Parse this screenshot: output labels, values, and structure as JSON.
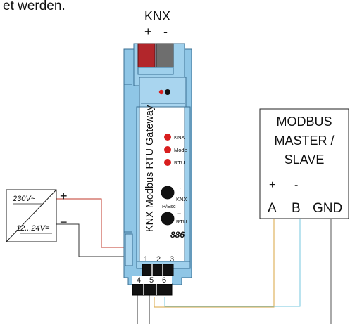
{
  "caption_fragment": "et werden.",
  "knx_bus": {
    "title": "KNX",
    "plus": "+",
    "minus": "-"
  },
  "device": {
    "name": "KNX Modbus RTU Gateway",
    "model": "886",
    "leds": [
      {
        "label": "KNX",
        "color": "#d81e1e"
      },
      {
        "label": "Mode",
        "color": "#d81e1e"
      },
      {
        "label": "RTU",
        "color": "#d81e1e"
      }
    ],
    "buttons": [
      {
        "label": "KNX",
        "sublabel": "P/Esc",
        "arrow": "→"
      },
      {
        "label": "RTU",
        "arrow": "→"
      }
    ]
  },
  "power_supply": {
    "input": "230V~",
    "output": "12...24V=",
    "plus": "+",
    "minus": "−"
  },
  "modbus": {
    "title_lines": [
      "MODBUS",
      "MASTER /",
      "SLAVE"
    ],
    "plus": "+",
    "minus": "-",
    "terminals": [
      "A",
      "B",
      "GND"
    ]
  },
  "terminal_numbers": [
    "1",
    "2",
    "3",
    "4",
    "5",
    "6"
  ],
  "colors": {
    "housing": "#9fd0ec",
    "housing_edge": "#3a6f93",
    "knx_red": "#b2262b",
    "knx_gray": "#6e6e6e",
    "wire_red": "#c0392b",
    "wire_yellow": "#d9a640",
    "wire_cyan": "#74c7df",
    "wire_black": "#333333"
  }
}
